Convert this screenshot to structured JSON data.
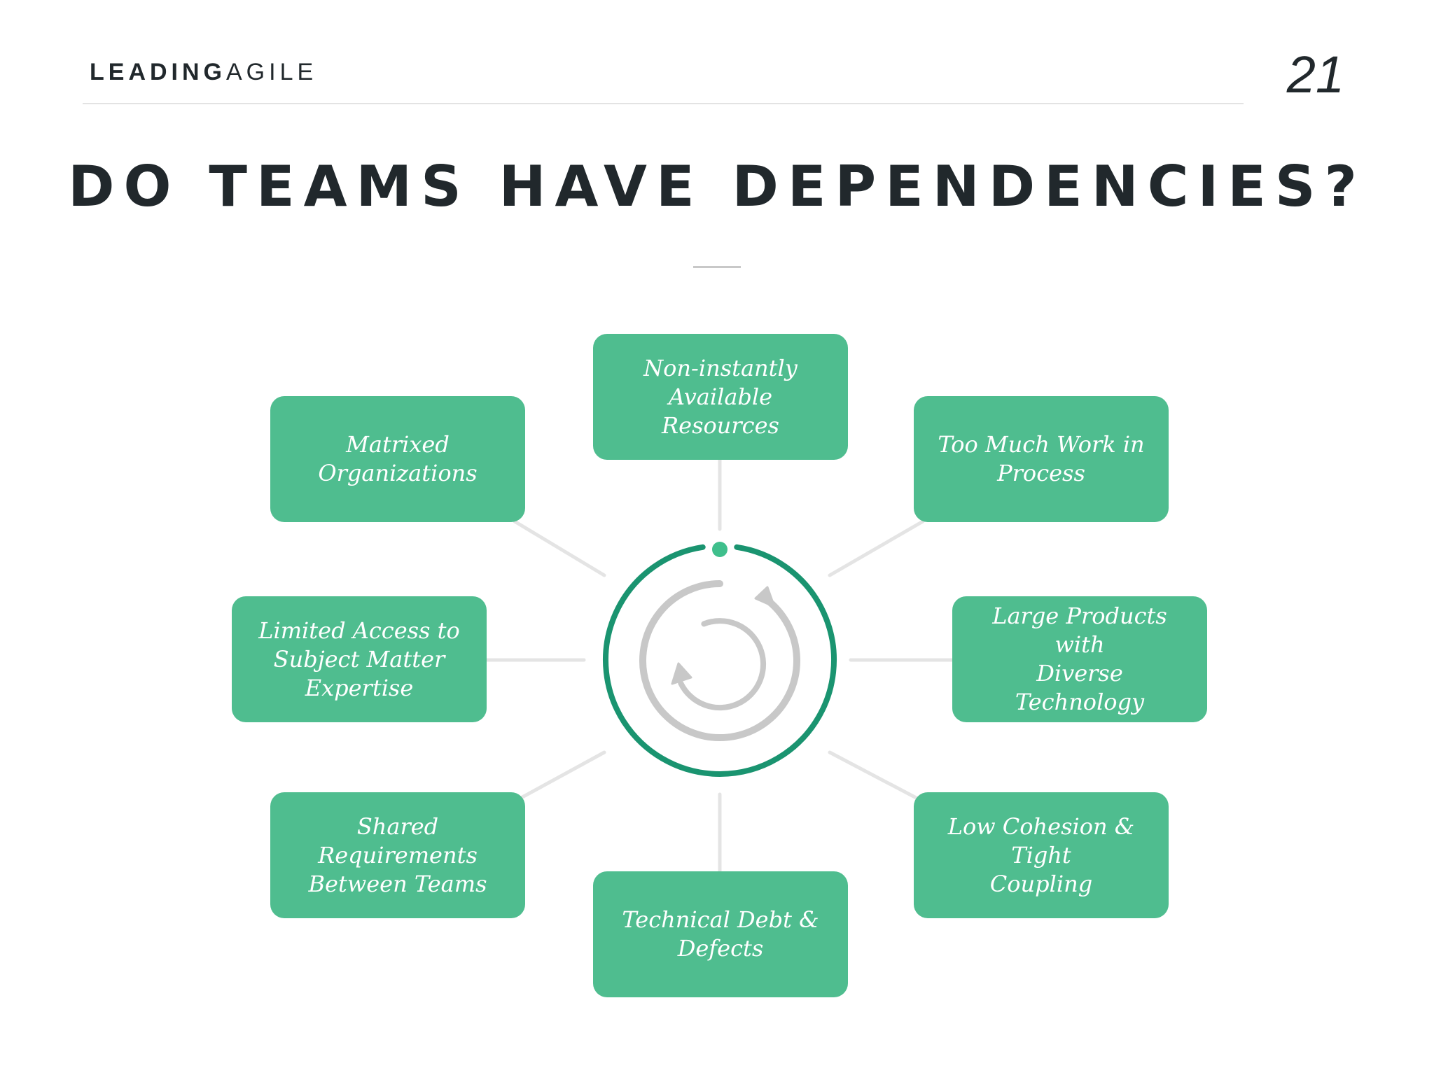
{
  "header": {
    "logo_bold": "LEADING",
    "logo_light": "AGILE",
    "page_number": "21"
  },
  "title": "DO TEAMS HAVE DEPENDENCIES?",
  "diagram": {
    "accent_color": "#4fbd8f",
    "ring_color": "#1a9470",
    "center_icon": "refresh-cycle-icon",
    "nodes": {
      "top": "Non-instantly\nAvailable Resources",
      "top_left": "Matrixed\nOrganizations",
      "top_right": "Too Much Work in\nProcess",
      "left": "Limited Access to\nSubject Matter\nExpertise",
      "right": "Large Products with\nDiverse Technology",
      "bottom_left": "Shared Requirements\nBetween Teams",
      "bottom_right": "Low Cohesion & Tight\nCoupling",
      "bottom": "Technical Debt &\nDefects"
    }
  }
}
